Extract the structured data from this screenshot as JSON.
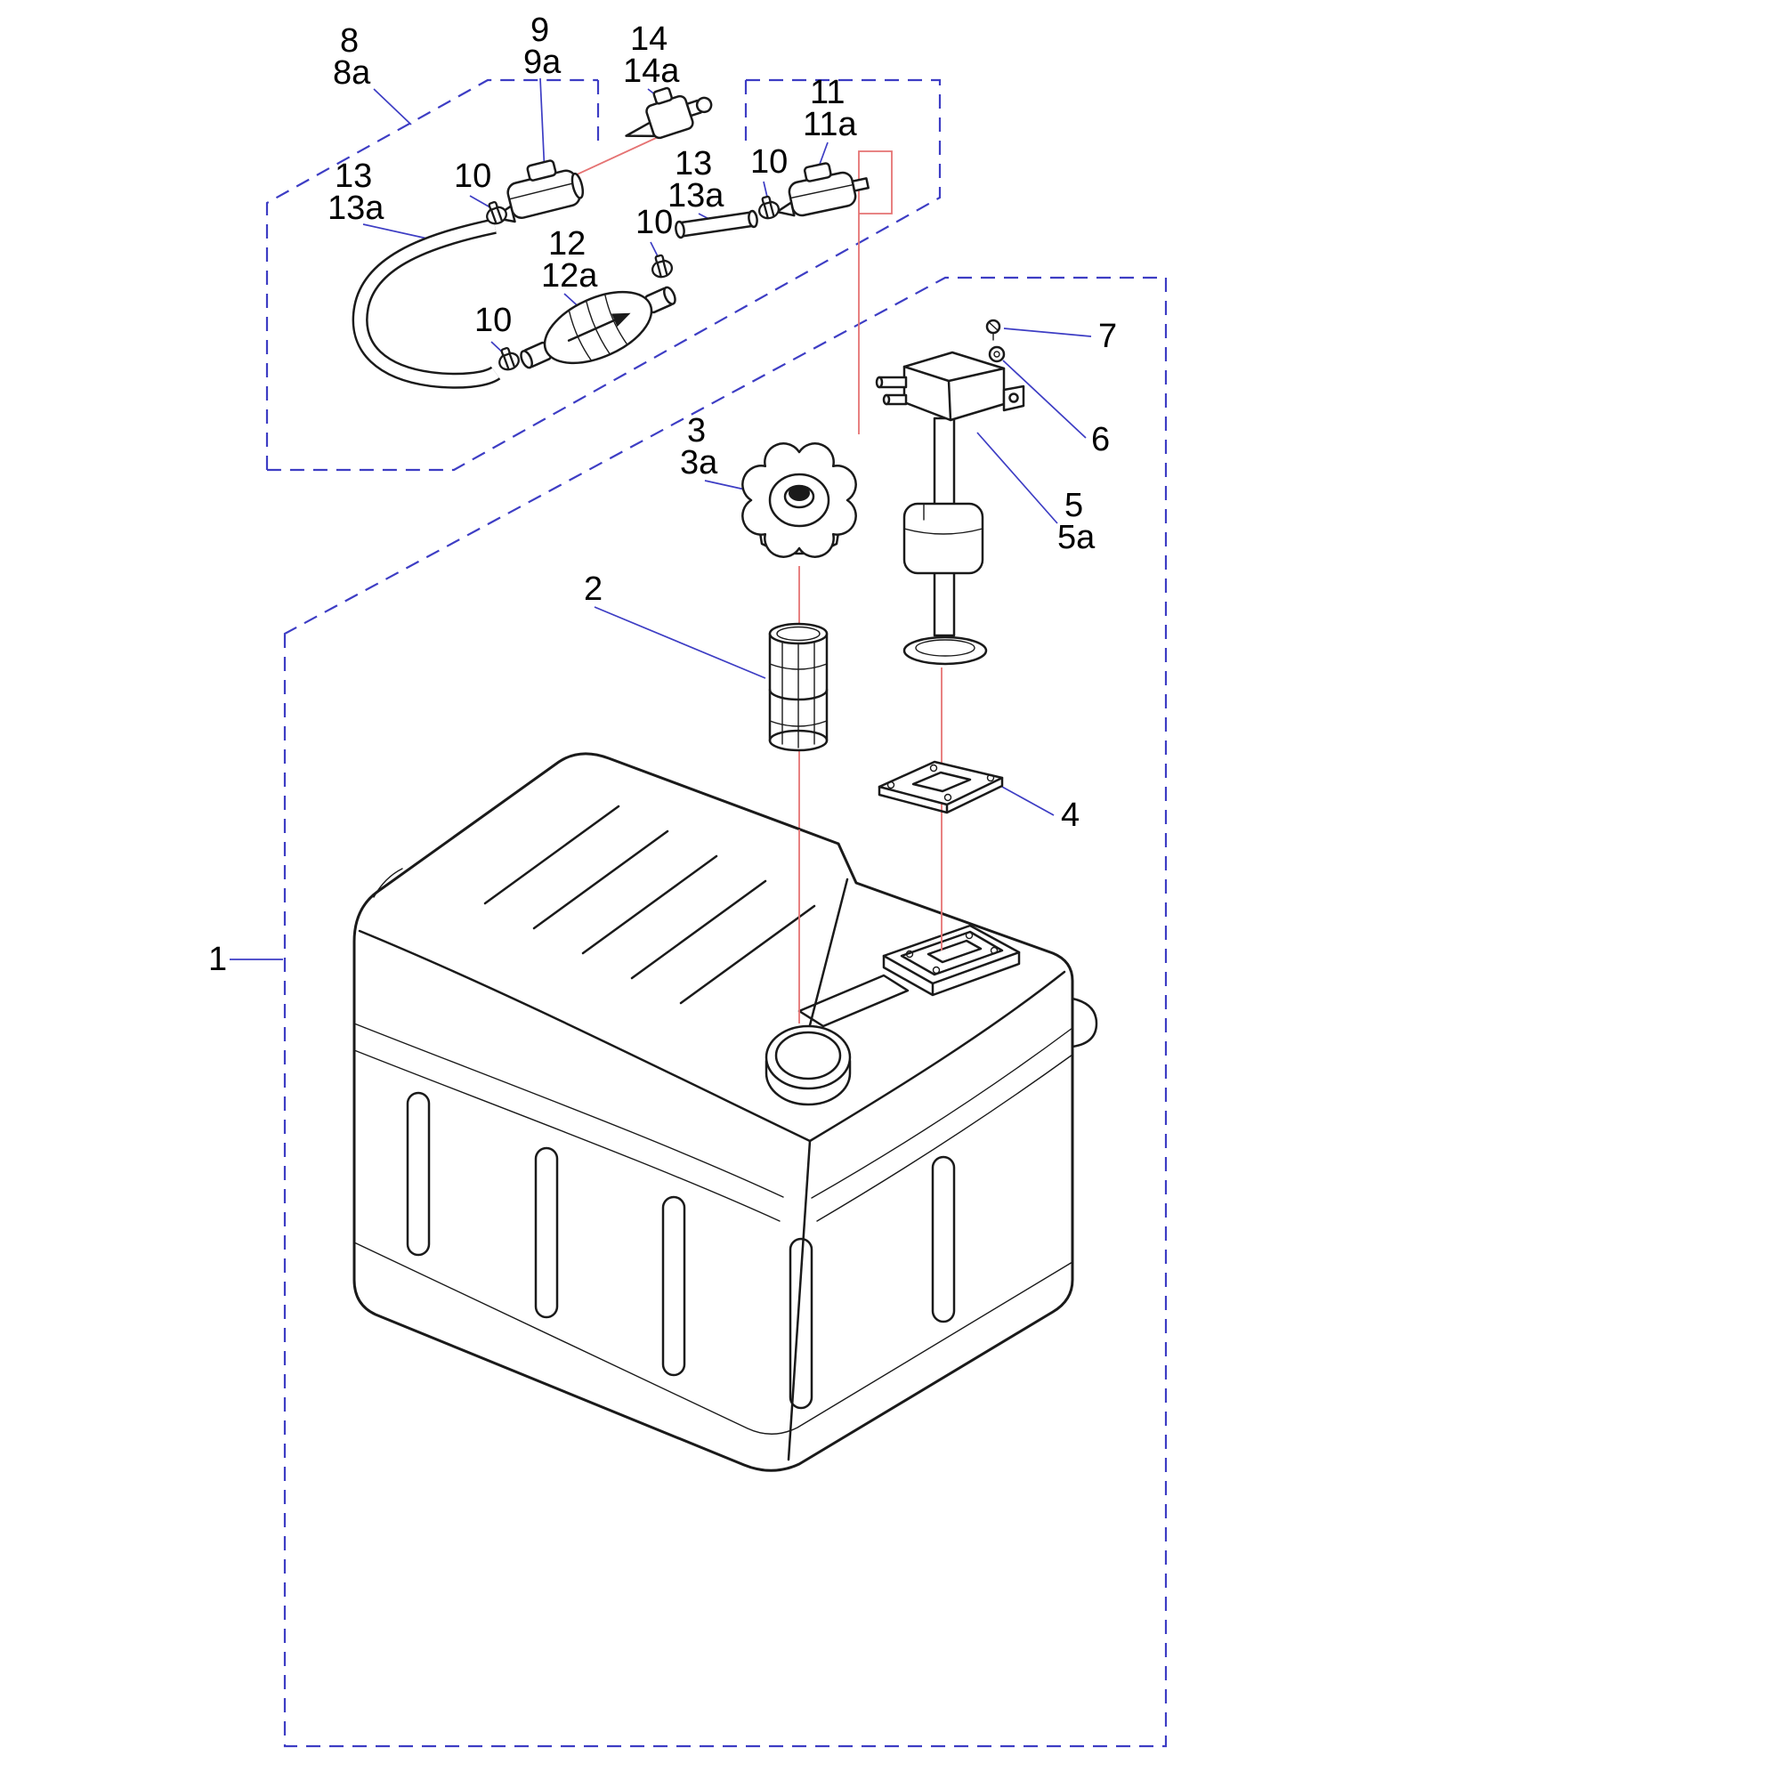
{
  "colors": {
    "outline": "#1a1a1a",
    "accent_blue": "#3d3dc4",
    "accent_red": "#e57373",
    "background": "#ffffff"
  },
  "callouts": [
    {
      "id": "8",
      "text": "8"
    },
    {
      "id": "8a",
      "text": "8a"
    },
    {
      "id": "9",
      "text": "9"
    },
    {
      "id": "9a",
      "text": "9a"
    },
    {
      "id": "14",
      "text": "14"
    },
    {
      "id": "14a",
      "text": "14a"
    },
    {
      "id": "11",
      "text": "11"
    },
    {
      "id": "11a",
      "text": "11a"
    },
    {
      "id": "13-left",
      "text": "13"
    },
    {
      "id": "13a-left",
      "text": "13a"
    },
    {
      "id": "10-left-top",
      "text": "10"
    },
    {
      "id": "13-right",
      "text": "13"
    },
    {
      "id": "13a-right",
      "text": "13a"
    },
    {
      "id": "10-right-top",
      "text": "10"
    },
    {
      "id": "10-middle",
      "text": "10"
    },
    {
      "id": "12",
      "text": "12"
    },
    {
      "id": "12a",
      "text": "12a"
    },
    {
      "id": "10-lower",
      "text": "10"
    },
    {
      "id": "7",
      "text": "7"
    },
    {
      "id": "6",
      "text": "6"
    },
    {
      "id": "3",
      "text": "3"
    },
    {
      "id": "3a",
      "text": "3a"
    },
    {
      "id": "5",
      "text": "5"
    },
    {
      "id": "5a",
      "text": "5a"
    },
    {
      "id": "2",
      "text": "2"
    },
    {
      "id": "4",
      "text": "4"
    },
    {
      "id": "1",
      "text": "1"
    }
  ]
}
